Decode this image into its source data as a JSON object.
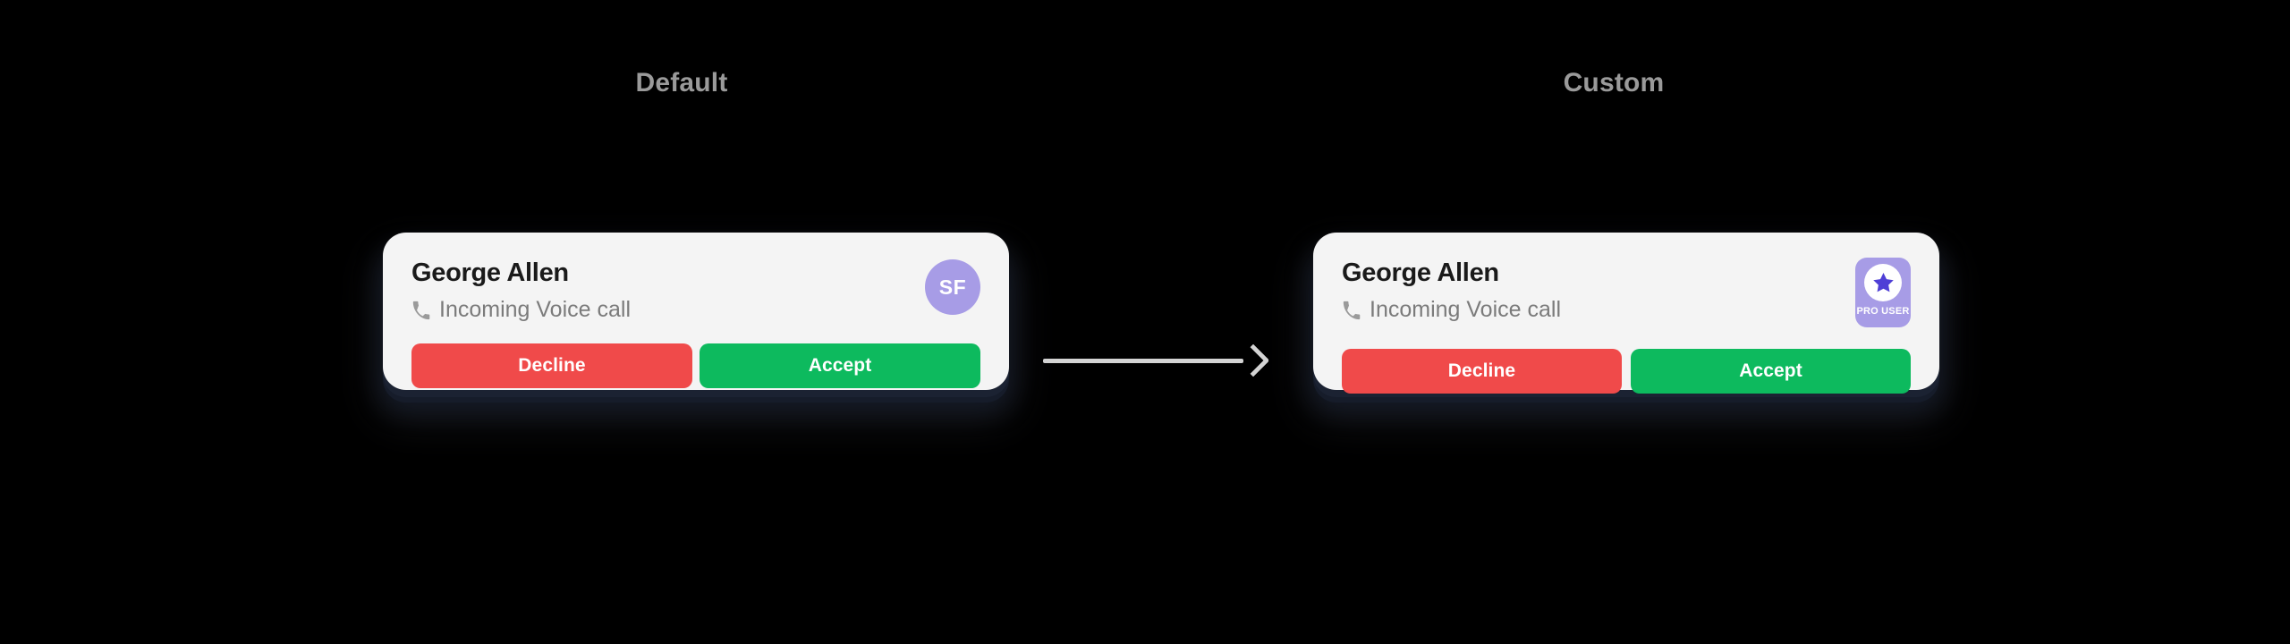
{
  "page": {
    "background_color": "#000000",
    "headings": [
      {
        "id": "default",
        "label": "Default"
      },
      {
        "id": "custom",
        "label": "Custom"
      }
    ],
    "connector": {
      "name": "right-arrow",
      "color": "#d4d4d4"
    }
  },
  "cards": {
    "default": {
      "caller_name": "George Allen",
      "call_status": "Incoming Voice call",
      "status_icon": "phone-icon",
      "avatar": {
        "type": "initials-circle",
        "initials": "SF",
        "background_color": "#a79ce6",
        "text_color": "#ffffff"
      },
      "buttons": [
        {
          "label": "Decline",
          "color": "#f04a4a"
        },
        {
          "label": "Accept",
          "color": "#0dba5e"
        }
      ],
      "card_background": "#f4f4f4"
    },
    "custom": {
      "caller_name": "George Allen",
      "call_status": "Incoming Voice call",
      "status_icon": "phone-icon",
      "badge": {
        "type": "pro-badge",
        "label": "PRO USER",
        "icon": "star-icon",
        "background_color": "#a79ce6",
        "icon_circle_color": "#ffffff",
        "star_color": "#4f3fd6",
        "text_color": "#ffffff"
      },
      "buttons": [
        {
          "label": "Decline",
          "color": "#f04a4a"
        },
        {
          "label": "Accept",
          "color": "#0dba5e"
        }
      ],
      "card_background": "#f4f4f4"
    }
  }
}
